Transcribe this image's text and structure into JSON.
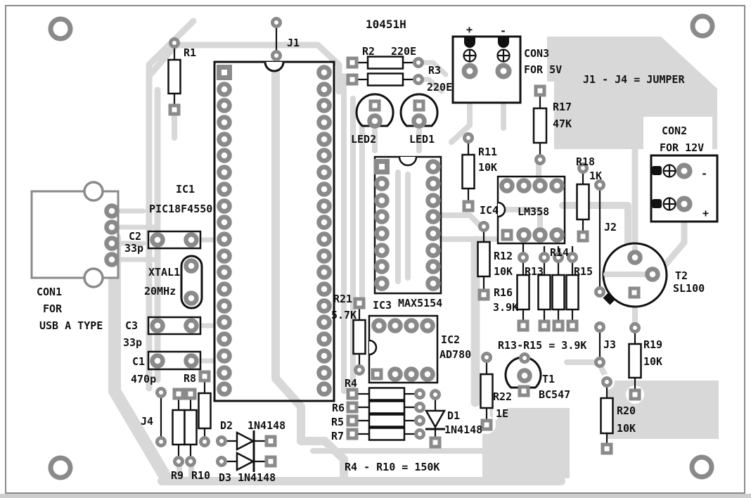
{
  "colors": {
    "copper_trace": "#d8d8d8",
    "pad": "#8a8a8a",
    "silkscreen": "#111111",
    "board_bg": "#ffffff"
  },
  "board": {
    "title": "10451H",
    "notes": {
      "jumpers": "J1 - J4 = JUMPER",
      "r4_r10": "R4 - R10 = 150K",
      "r13_r15": "R13-R15 = 3.9K"
    }
  },
  "components": {
    "r1": {
      "ref": "R1"
    },
    "r2": {
      "ref": "R2",
      "value": "220E"
    },
    "r3": {
      "ref": "R3",
      "value": "220E"
    },
    "r4": {
      "ref": "R4"
    },
    "r5": {
      "ref": "R5"
    },
    "r6": {
      "ref": "R6"
    },
    "r7": {
      "ref": "R7"
    },
    "r8": {
      "ref": "R8"
    },
    "r9": {
      "ref": "R9"
    },
    "r10": {
      "ref": "R10"
    },
    "r11": {
      "ref": "R11",
      "value": "10K"
    },
    "r12": {
      "ref": "R12",
      "value": "10K"
    },
    "r13": {
      "ref": "R13"
    },
    "r14": {
      "ref": "R14"
    },
    "r15": {
      "ref": "R15"
    },
    "r16": {
      "ref": "R16",
      "value": "3.9K"
    },
    "r17": {
      "ref": "R17",
      "value": "47K"
    },
    "r18": {
      "ref": "R18",
      "value": "1K"
    },
    "r19": {
      "ref": "R19",
      "value": "10K"
    },
    "r20": {
      "ref": "R20",
      "value": "10K"
    },
    "r21": {
      "ref": "R21",
      "value": "5.7K"
    },
    "r22": {
      "ref": "R22",
      "value": "1E"
    },
    "c1": {
      "ref": "C1",
      "value": "470p"
    },
    "c2": {
      "ref": "C2",
      "value": "33p"
    },
    "c3": {
      "ref": "C3",
      "value": "33p"
    },
    "xtal1": {
      "ref": "XTAL1",
      "value": "20MHz"
    },
    "ic1": {
      "ref": "IC1",
      "value": "PIC18F4550"
    },
    "ic2": {
      "ref": "IC2",
      "value": "AD780"
    },
    "ic3": {
      "ref": "IC3",
      "value": "MAX5154"
    },
    "ic4": {
      "ref": "IC4",
      "value": "LM358"
    },
    "led1": {
      "ref": "LED1"
    },
    "led2": {
      "ref": "LED2"
    },
    "d1": {
      "ref": "D1",
      "value": "1N4148"
    },
    "d2": {
      "ref": "D2",
      "value": "1N4148"
    },
    "d3": {
      "ref": "D3",
      "value": "1N4148"
    },
    "t1": {
      "ref": "T1",
      "value": "BC547"
    },
    "t2": {
      "ref": "T2",
      "value": "SL100"
    }
  },
  "connectors": {
    "con1": {
      "ref": "CON1",
      "line2": "FOR",
      "line3": "USB A TYPE"
    },
    "con2": {
      "ref": "CON2",
      "subtitle": "FOR 12V",
      "neg": "-",
      "pos": "+"
    },
    "con3": {
      "ref": "CON3",
      "subtitle": "FOR 5V",
      "pos": "+",
      "neg": "-"
    }
  },
  "jumpers": {
    "j1": "J1",
    "j2": "J2",
    "j3": "J3",
    "j4": "J4"
  }
}
